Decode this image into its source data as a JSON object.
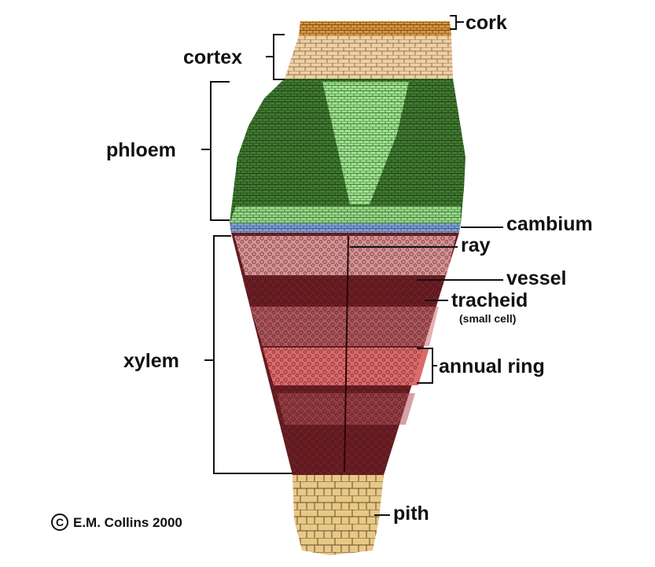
{
  "labels": {
    "cork": "cork",
    "cortex": "cortex",
    "phloem": "phloem",
    "cambium": "cambium",
    "ray": "ray",
    "vessel": "vessel",
    "tracheid": "tracheid",
    "tracheid_note": "(small cell)",
    "xylem": "xylem",
    "annual_ring": "annual ring",
    "pith": "pith"
  },
  "copyright": {
    "symbol": "C",
    "text": "E.M. Collins 2000"
  },
  "colors": {
    "cork": "#d9943a",
    "cortex": "#f2cfa0",
    "phloem_dark": "#3f7a2f",
    "phloem_light": "#9be58c",
    "cambium": "#7f9fd6",
    "xylem_light": "#e8a7a7",
    "xylem_dark": "#6b1f24",
    "annual_ring": "#dd6a6a",
    "pith": "#e8c886"
  }
}
